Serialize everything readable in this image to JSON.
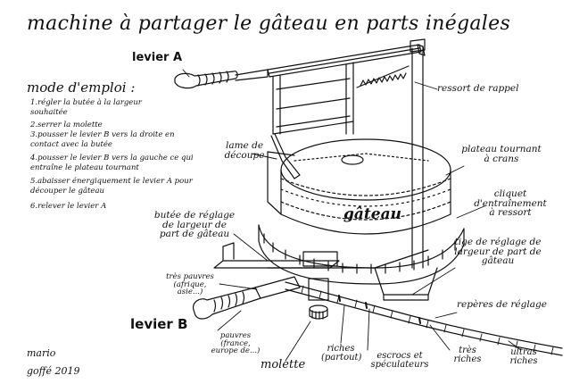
{
  "title": "machine à partager le gâteau en parts inégales",
  "instructions": {
    "heading": "mode d'emploi :",
    "steps": [
      "1.régler la butée à la largeur souhaitée",
      "2.serrer la molette",
      "3.pousser le levier B vers la droite en contact avec la butée",
      "4.pousser le levier B vers la gauche ce qui entraîne le plateau tournant",
      "5.abaisser énergiquement le levier A pour découper le gâteau",
      "6.relever le levier A"
    ]
  },
  "labels": {
    "levier_a": "levier A",
    "lame": "lame de découpe",
    "ressort": "ressort de rappel",
    "plateau": "plateau tournant à crans",
    "cliquet": "cliquet d'entraînement à ressort",
    "gateau": "gâteau",
    "butee": "butée de réglage de largeur de part de gâteau",
    "tige": "tige de réglage de largeur de part de gâteau",
    "reperes": "repères de réglage",
    "tres_pauvres": "très pauvres (afrique, asie...)",
    "levier_b": "levier B",
    "pauvres": "pauvres (france, europe de...)",
    "molette": "molette",
    "riches": "riches (partout)",
    "escrocs": "escrocs et spéculateurs",
    "tres_riches": "très riches",
    "ultras_riches": "ultras riches",
    "signature": "mario goffé 2019"
  }
}
